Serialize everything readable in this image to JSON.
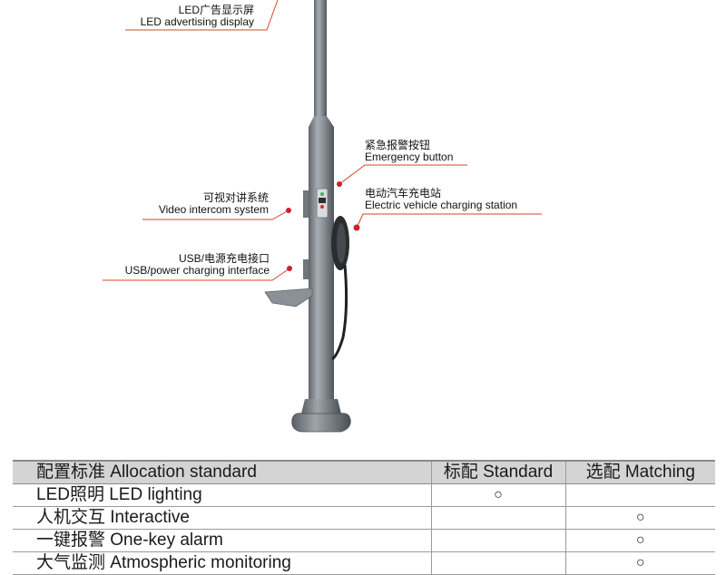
{
  "callouts": {
    "led_display": {
      "zh": "LED广告显示屏",
      "en": "LED advertising display"
    },
    "emergency": {
      "zh": "紧急报警按钮",
      "en": "Emergency button"
    },
    "video_intercom": {
      "zh": "可视对讲系统",
      "en": "Video intercom system"
    },
    "ev_charging": {
      "zh": "电动汽车充电站",
      "en": "Electric vehicle charging station"
    },
    "usb_charging": {
      "zh": "USB/电源充电接口",
      "en": "USB/power charging interface"
    }
  },
  "colors": {
    "callout_line": "#d4462a",
    "callout_dot": "#d0202a",
    "pole_dark": "#5e656b",
    "pole_light": "#a7adb2",
    "header_bg": "#d4d4d4"
  },
  "table": {
    "headers": [
      "配置标准 Allocation standard",
      "标配 Standard",
      "选配 Matching"
    ],
    "rows": [
      {
        "label": "LED照明 LED lighting",
        "standard": "○",
        "matching": ""
      },
      {
        "label": "人机交互 Interactive",
        "standard": "",
        "matching": "○"
      },
      {
        "label": "一键报警 One-key alarm",
        "standard": "",
        "matching": "○"
      },
      {
        "label": "大气监测 Atmospheric monitoring",
        "standard": "",
        "matching": "○"
      }
    ]
  }
}
